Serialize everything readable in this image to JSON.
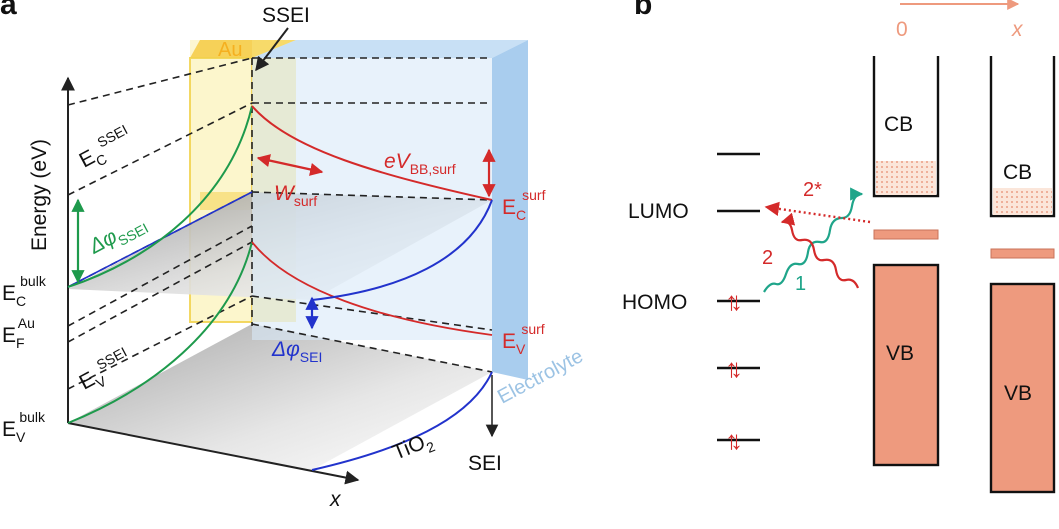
{
  "panels": {
    "a": "a",
    "b": "b"
  },
  "colors": {
    "red": "#d42a2a",
    "green": "#1e9a4c",
    "blue": "#2233cc",
    "teal": "#1fa58a",
    "salmon": "#ee9a7e",
    "gold": "#f5cd4a",
    "lightblue": "#a9cdee",
    "electrolyte_text": "#9cc3e4"
  },
  "panel_a": {
    "energy_axis": "Energy (eV)",
    "x_axis": "x",
    "ssei": "SSEI",
    "au": "Au",
    "electrolyte": "Electrolyte",
    "tio2": {
      "base": "TiO",
      "sub": "2"
    },
    "sei": "SEI",
    "ec_ssei": {
      "base": "E",
      "sub": "C",
      "sup": "SSEI"
    },
    "dphi_ssei": {
      "base": "Δφ",
      "sub": "SSEI"
    },
    "ec_bulk": {
      "base": "E",
      "sub": "C",
      "sup": "bulk"
    },
    "ef_au": {
      "base": "E",
      "sub": "F",
      "sup": "Au"
    },
    "ev_ssei": {
      "base": "E",
      "sub": "V",
      "sup": "SSEI"
    },
    "ev_bulk": {
      "base": "E",
      "sub": "V",
      "sup": "bulk"
    },
    "w_surf": {
      "base": "W",
      "sub": "surf"
    },
    "evbb": {
      "base": "eV",
      "sub": "BB,surf"
    },
    "ec_surf": {
      "base": "E",
      "sub": "C",
      "sup": "surf"
    },
    "ev_surf": {
      "base": "E",
      "sub": "V",
      "sup": "surf"
    },
    "dphi_sei": {
      "base": "Δφ",
      "sub": "SEI"
    }
  },
  "panel_b": {
    "x_origin": "0",
    "x_label": "x",
    "lumo": "LUMO",
    "homo": "HOMO",
    "cb": "CB",
    "vb": "VB",
    "path1": "1",
    "path2": "2",
    "path2star": "2*",
    "spin_pair": "↑↓"
  }
}
